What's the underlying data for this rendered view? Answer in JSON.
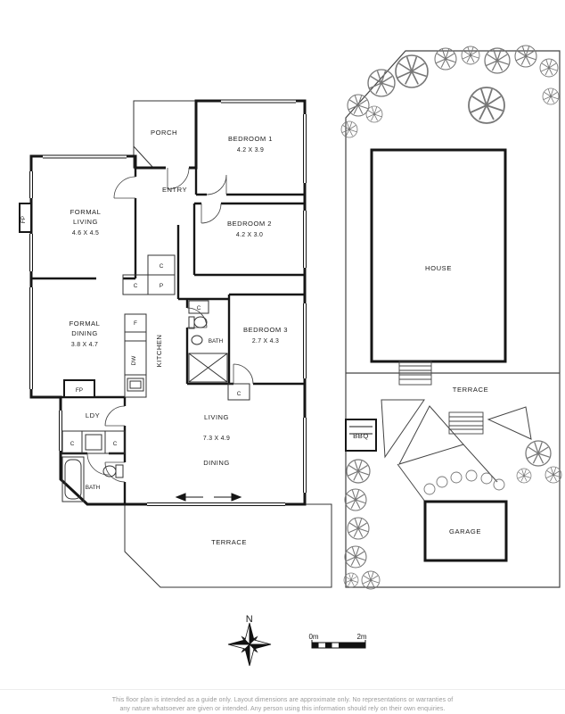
{
  "floorplan": {
    "porch": "PORCH",
    "entry": "ENTRY",
    "bedroom1": "BEDROOM 1",
    "bedroom1_dims": "4.2 X 3.9",
    "bedroom2": "BEDROOM 2",
    "bedroom2_dims": "4.2 X 3.0",
    "bedroom3": "BEDROOM 3",
    "bedroom3_dims": "2.7 X 4.3",
    "formal_living_l1": "FORMAL",
    "formal_living_l2": "LIVING",
    "formal_living_dims": "4.6 X 4.5",
    "formal_dining_l1": "FORMAL",
    "formal_dining_l2": "DINING",
    "formal_dining_dims": "3.8 X 4.7",
    "kitchen": "KITCHEN",
    "bath": "BATH",
    "ldy": "LDY",
    "living": "LIVING",
    "living_dims": "7.3 X 4.9",
    "dining": "DINING",
    "terrace": "TERRACE",
    "fp": "FP",
    "cupboard": "C",
    "pantry": "P",
    "fridge": "F",
    "dishwasher": "DW"
  },
  "siteplan": {
    "house": "HOUSE",
    "terrace": "TERRACE",
    "bbq": "BBQ",
    "garage": "GARAGE"
  },
  "compass": {
    "north_label": "N"
  },
  "scalebar": {
    "start_label": "0m",
    "end_label": "2m"
  },
  "footer": {
    "disclaimer_line1": "This floor plan is intended as a guide only. Layout dimensions are approximate only. No representations or warranties of",
    "disclaimer_line2": "any nature whatsoever are given or intended. Any person using this information should rely on their own enquiries."
  },
  "colors": {
    "ink": "#1a1a1a",
    "muted": "#9a9a9a"
  }
}
